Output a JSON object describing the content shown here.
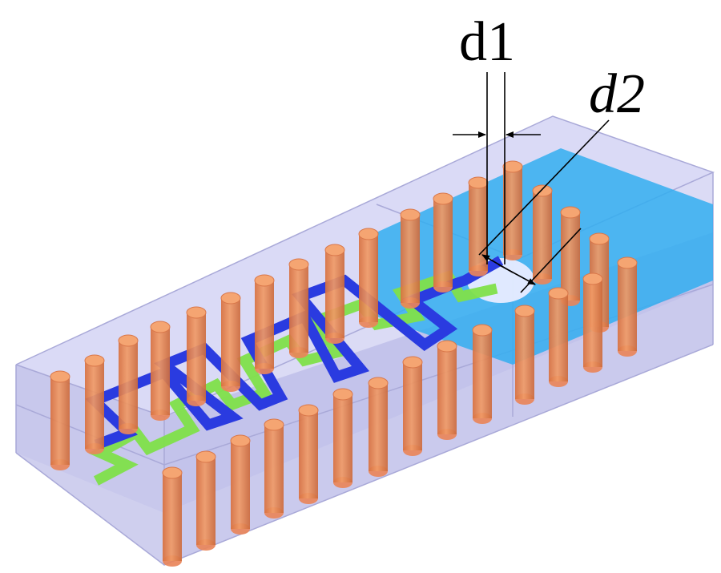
{
  "labels": {
    "d1": "d1",
    "d2": "d2"
  },
  "colors": {
    "substrate_fill": "#c9c9ee",
    "substrate_edge": "#a9a9d8",
    "via_body": "#e9865a",
    "via_top": "#f5a572",
    "top_meander": "#2a3be0",
    "bottom_meander": "#7fe04a",
    "pad_plane": "#33aef0",
    "dimension_line": "#000000"
  },
  "icons": {
    "via": "cylinder-shape",
    "arrow": "arrowhead-shape"
  }
}
